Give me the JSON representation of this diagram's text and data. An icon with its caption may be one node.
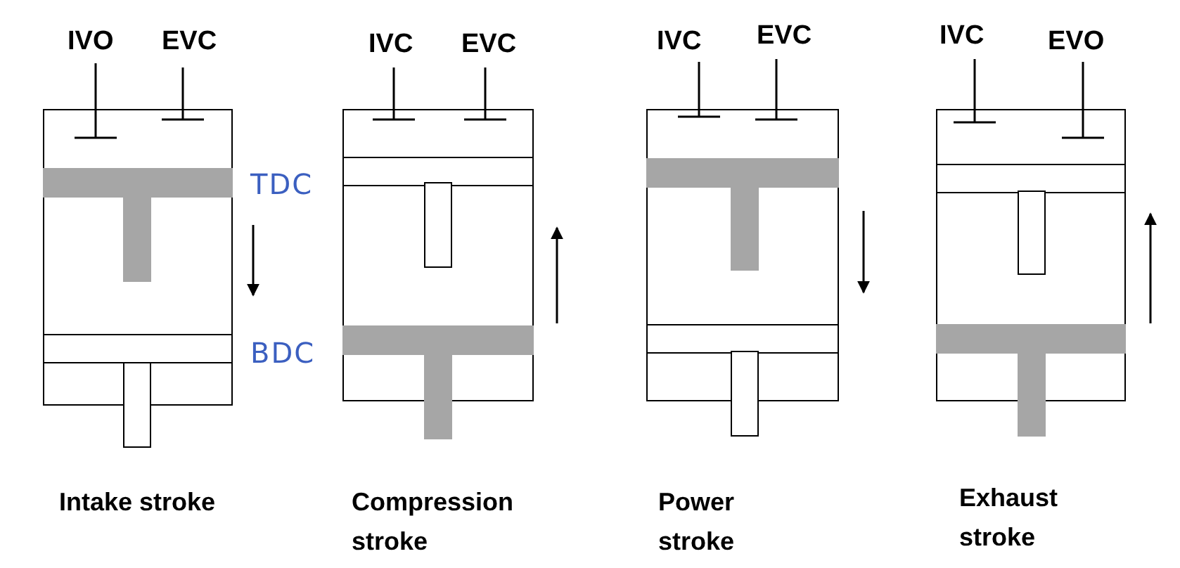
{
  "diagram": {
    "labels": [
      "IVO",
      "EVC",
      "TDC",
      "BDC",
      "Intake stroke",
      "IVC",
      "EVC",
      "Compression stroke",
      "IVC",
      "EVC",
      "Power stroke",
      "IVC",
      "EVO",
      "Exhaust stroke"
    ]
  }
}
